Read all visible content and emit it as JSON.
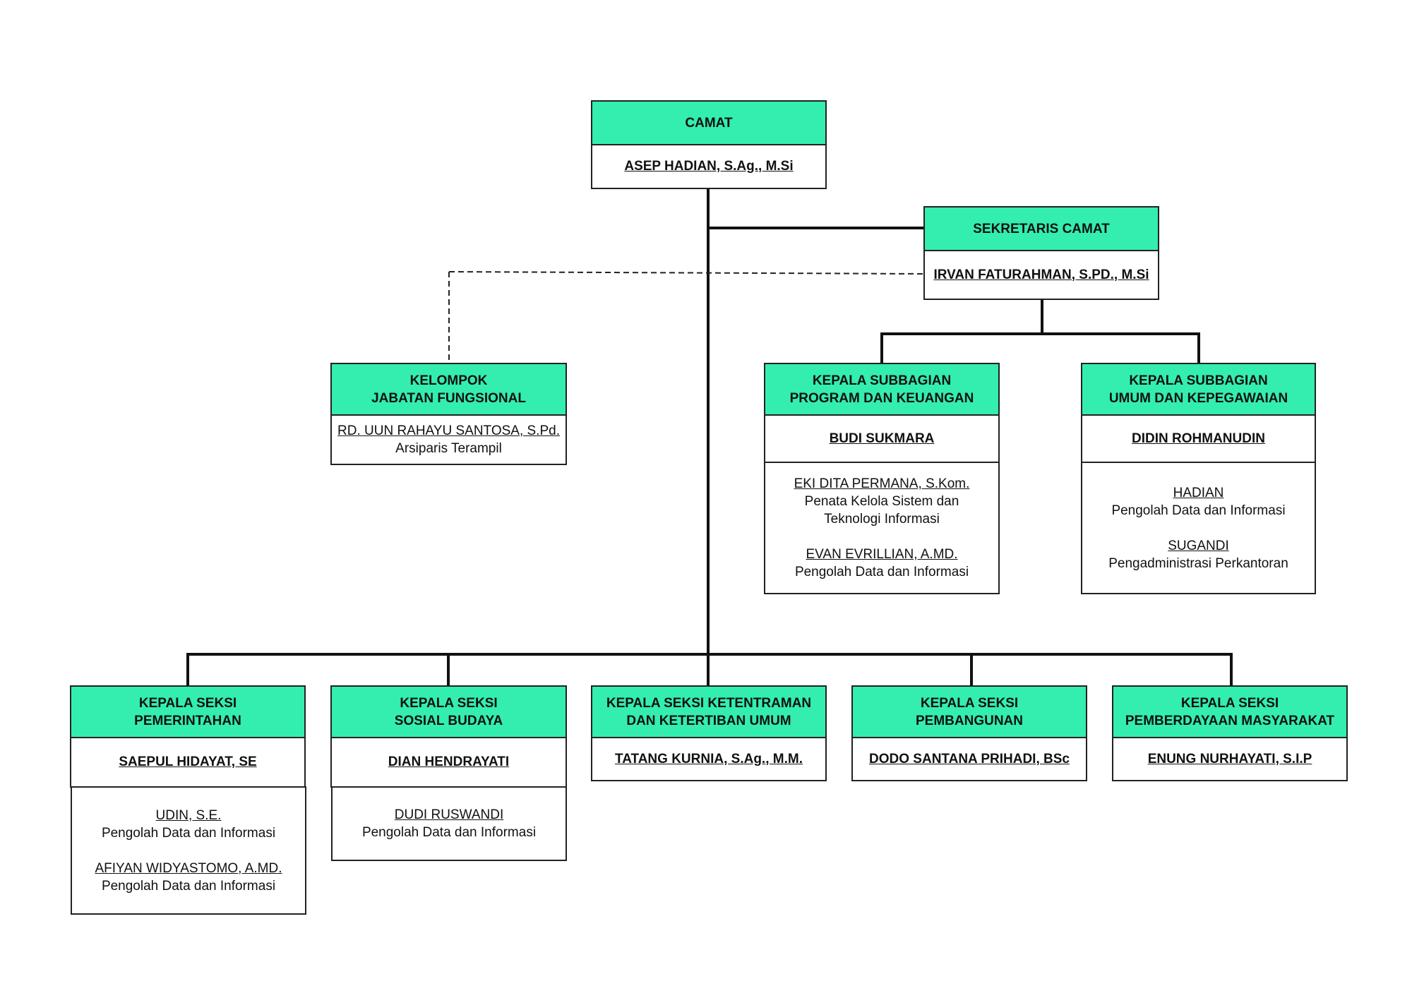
{
  "camat": {
    "title": "CAMAT",
    "name": "ASEP HADIAN, S.Ag., M.Si"
  },
  "sekcam": {
    "title": "SEKRETARIS CAMAT",
    "name": "IRVAN FATURAHMAN, S.PD., M.Si"
  },
  "kelompok": {
    "title_line1": "KELOMPOK",
    "title_line2": "JABATAN FUNGSIONAL",
    "staff_name": "RD. UUN RAHAYU SANTOSA, S.Pd.",
    "staff_role": "Arsiparis Terampil"
  },
  "subbag_program": {
    "title_line1": "KEPALA SUBBAGIAN",
    "title_line2": "PROGRAM DAN KEUANGAN",
    "name": "BUDI SUKMARA",
    "staff": [
      {
        "name": "EKI DITA PERMANA, S.Kom.",
        "role_line1": "Penata Kelola Sistem dan",
        "role_line2": "Teknologi Informasi"
      },
      {
        "name": "EVAN EVRILLIAN, A.MD.",
        "role_line1": "Pengolah Data dan Informasi"
      }
    ]
  },
  "subbag_umum": {
    "title_line1": "KEPALA SUBBAGIAN",
    "title_line2": "UMUM DAN KEPEGAWAIAN",
    "name": "DIDIN ROHMANUDIN",
    "staff": [
      {
        "name": "HADIAN",
        "role": "Pengolah Data dan Informasi"
      },
      {
        "name": "SUGANDI",
        "role": "Pengadministrasi Perkantoran"
      }
    ]
  },
  "seksi": [
    {
      "title_line1": "KEPALA SEKSI",
      "title_line2": "PEMERINTAHAN",
      "name": "SAEPUL HIDAYAT, SE ",
      "staff": [
        {
          "name": "UDIN, S.E.",
          "role": "Pengolah Data dan Informasi"
        },
        {
          "name": "AFIYAN WIDYASTOMO, A.MD.",
          "role": "Pengolah Data dan Informasi"
        }
      ]
    },
    {
      "title_line1": "KEPALA SEKSI",
      "title_line2": "SOSIAL BUDAYA",
      "name": "DIAN HENDRAYATI",
      "staff": [
        {
          "name": "DUDI RUSWANDI",
          "role": "Pengolah Data dan Informasi"
        }
      ]
    },
    {
      "title_line1": "KEPALA SEKSI KETENTRAMAN",
      "title_line2": "DAN KETERTIBAN UMUM",
      "name": "TATANG KURNIA, S.Ag., M.M."
    },
    {
      "title_line1": "KEPALA SEKSI",
      "title_line2": "PEMBANGUNAN",
      "name": "DODO SANTANA PRIHADI, BSc"
    },
    {
      "title_line1": "KEPALA SEKSI",
      "title_line2": "PEMBERDAYAAN MASYARAKAT",
      "name": "ENUNG NURHAYATI, S.I.P"
    }
  ]
}
